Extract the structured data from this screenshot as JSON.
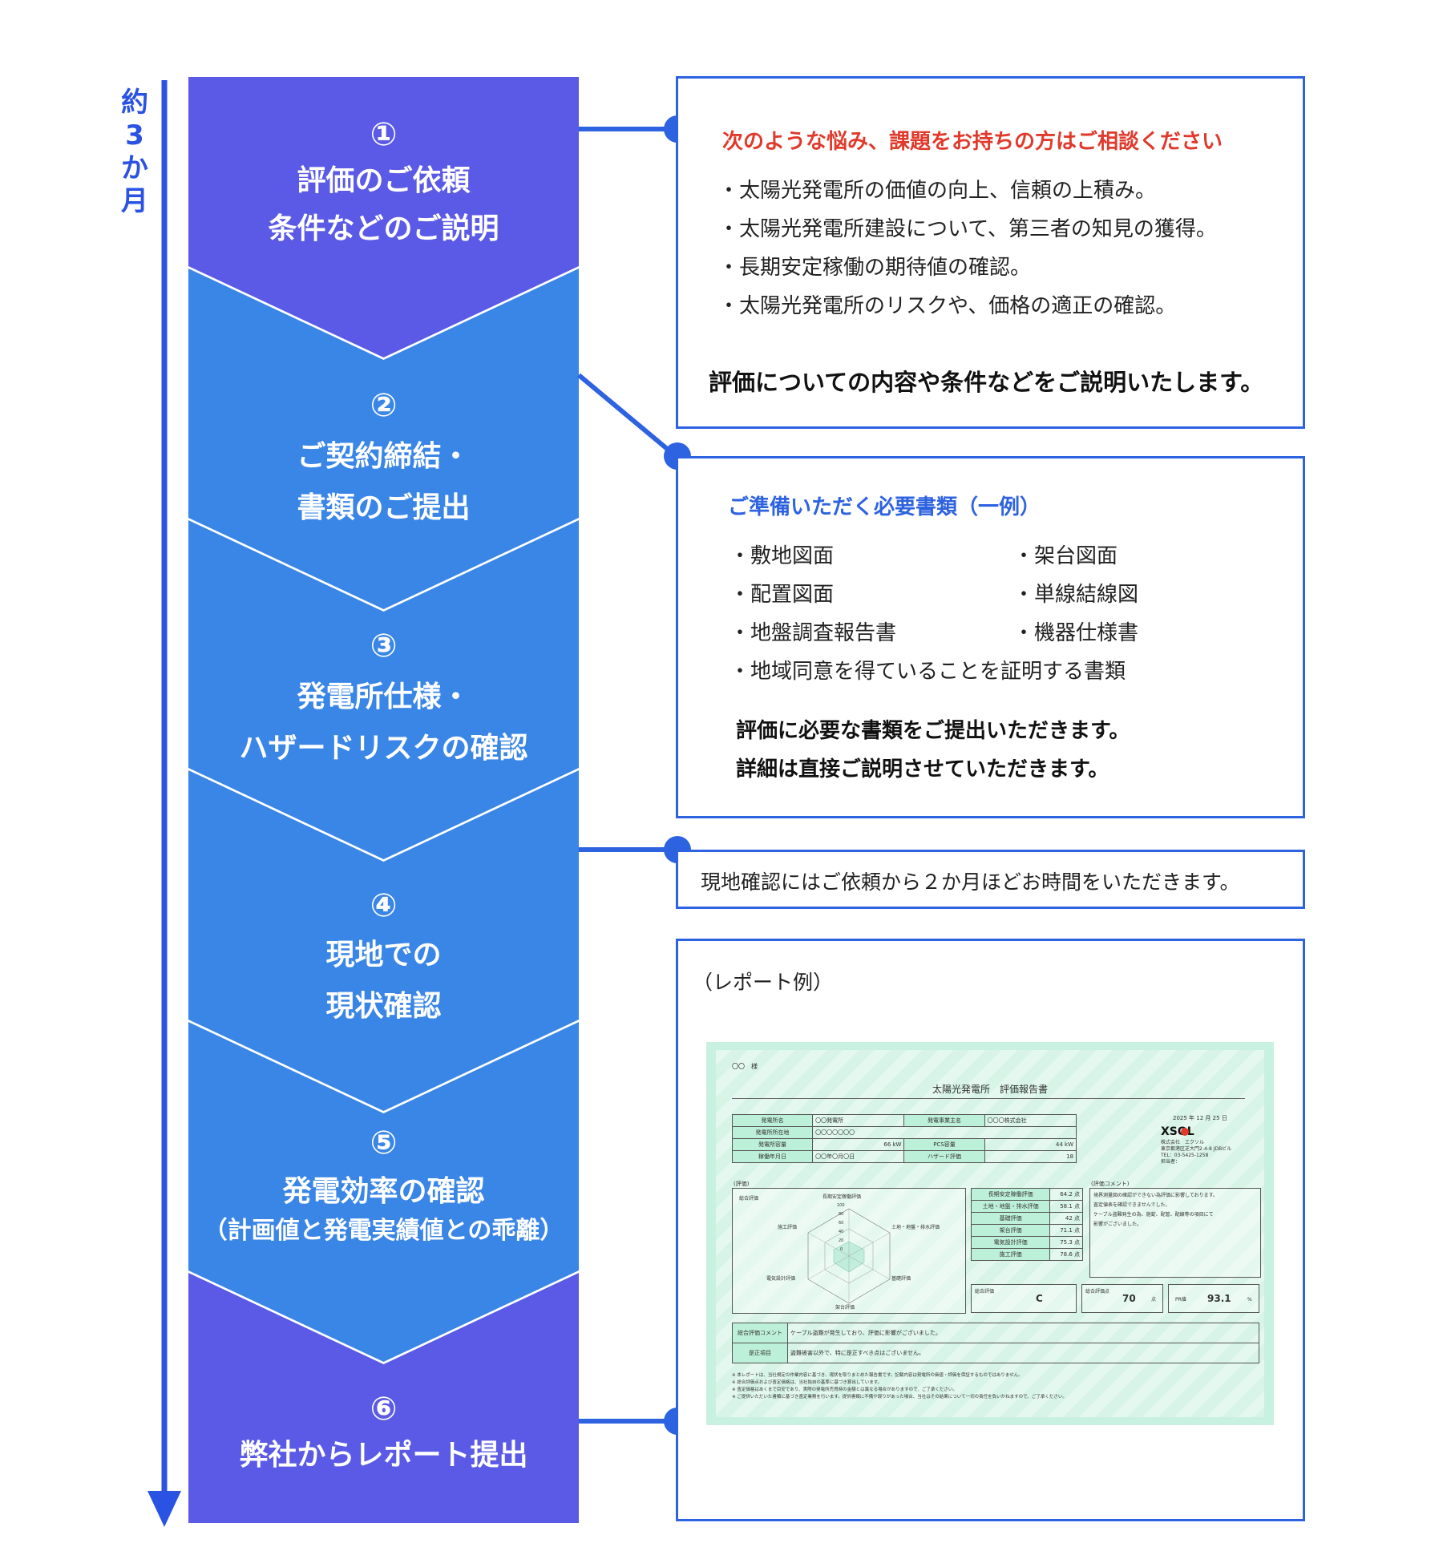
{
  "timeline": {
    "label_chars": [
      "約",
      "3",
      "か",
      "月"
    ]
  },
  "steps": [
    {
      "num": "①",
      "lines": [
        "評価のご依頼",
        "条件などのご説明"
      ]
    },
    {
      "num": "②",
      "lines": [
        "ご契約締結・",
        "書類のご提出"
      ]
    },
    {
      "num": "③",
      "lines": [
        "発電所仕様・",
        "ハザードリスクの確認"
      ]
    },
    {
      "num": "④",
      "lines": [
        "現地での",
        "現状確認"
      ]
    },
    {
      "num": "⑤",
      "lines": [
        "発電効率の確認",
        "（計画値と発電実績値との乖離）"
      ]
    },
    {
      "num": "⑥",
      "lines": [
        "弊社からレポート提出"
      ]
    }
  ],
  "box1": {
    "heading": "次のような悩み、課題をお持ちの方はご相談ください",
    "bullets": [
      "・太陽光発電所の価値の向上、信頼の上積み。",
      "・太陽光発電所建設について、第三者の知見の獲得。",
      "・長期安定稼働の期待値の確認。",
      "・太陽光発電所のリスクや、価格の適正の確認。"
    ],
    "footer": "評価についての内容や条件などをご説明いたします。"
  },
  "box2": {
    "heading": "ご準備いただく必要書類（一例）",
    "left": [
      "・敷地図面",
      "・配置図面",
      "・地盤調査報告書"
    ],
    "right": [
      "・架台図面",
      "・単線結線図",
      "・機器仕様書"
    ],
    "full": "・地域同意を得ていることを証明する書類",
    "footer1": "評価に必要な書類をご提出いただきます。",
    "footer2": "詳細は直接ご説明させていただきます。"
  },
  "box3": {
    "text": "現地確認にはご依頼から２か月ほどお時間をいただきます。"
  },
  "box4": {
    "caption": "（レポート例）",
    "report": {
      "addressee": "〇〇　様",
      "title": "太陽光発電所　評価報告書",
      "date": "2025 年 12 月 25 日",
      "logo": "XSOL",
      "company": [
        "株式会社　エクソル",
        "東京都港区芝大門2-4-8 JDBビル",
        "TEL：03-5425-1258",
        "担当者："
      ],
      "info": [
        [
          "発電所名",
          "〇〇発電所",
          "発電事業主名",
          "〇〇〇株式会社"
        ],
        [
          "発電所所在地",
          "〇〇〇〇〇〇〇",
          "",
          ""
        ],
        [
          "発電所容量",
          "66 kW",
          "PCS容量",
          "44 kW"
        ],
        [
          "稼働年月日",
          "〇〇年〇月〇日",
          "ハザード評価",
          "18"
        ]
      ],
      "eval_label": "(評価)",
      "radar_labels": [
        "長期安定稼働評価",
        "土地・地盤・排水評価",
        "基礎評価",
        "架台評価",
        "電気設計評価",
        "施工評価"
      ],
      "radar_ticks": [
        "100",
        "80",
        "60",
        "40",
        "20",
        "0"
      ],
      "overall_label": "総合評価",
      "scores": [
        [
          "長期安定稼働評価",
          "64.2 点"
        ],
        [
          "土地・地盤・排水評価",
          "58.1 点"
        ],
        [
          "基礎評価",
          "42 点"
        ],
        [
          "架台評価",
          "71.1 点"
        ],
        [
          "電気設計評価",
          "75.3 点"
        ],
        [
          "施工評価",
          "78.6 点"
        ]
      ],
      "comment_label": "(評価コメント)",
      "comment_lines": [
        "境界測量図の確認ができない為評価に影響しております。",
        "査定値表を確認できませんでした。",
        "ケーブル盗難発生の為、施錠、配管、配線等の項目にて",
        "影響がございました。"
      ],
      "grade_label": "総合評価",
      "grade": "C",
      "points_label": "総合評価点",
      "points": "70",
      "points_unit": "点",
      "pr_label": "PR値",
      "pr": "93.1",
      "pr_unit": "%",
      "bottom": [
        [
          "総合評価コメント",
          "ケーブル盗難が発生しており、評価に影響がございました。"
        ],
        [
          "是正項目",
          "盗難被害以外で、特に是正すべき点はございません。"
        ]
      ],
      "notes": [
        "※ 本レポートは、当社規定の作業内容に基づき、現状を取りまとめた報告書です。記載内容は発電所の価値・評価を保証するものではありません。",
        "※ 総合評価点および査定価格は、当社独自の基準に基づき算出しています。",
        "※ 査定価格はあくまで目安であり、実際の発電所売買時の金額とは異なる場合がありますので、ご了承ください。",
        "※ ご提供いただいた書類に基づき査定業務を行います。提供書類に不備や誤りがあった場合、当社はその結果について一切の責任を負いかねますので、ご了承ください。"
      ]
    }
  },
  "colors": {
    "primary_blue": "#2d62e0",
    "step_indigo": "#5a5ae6",
    "step_blue": "#3a86e6",
    "heading_red": "#e03a2c",
    "heading_blue": "#2d62e0"
  }
}
